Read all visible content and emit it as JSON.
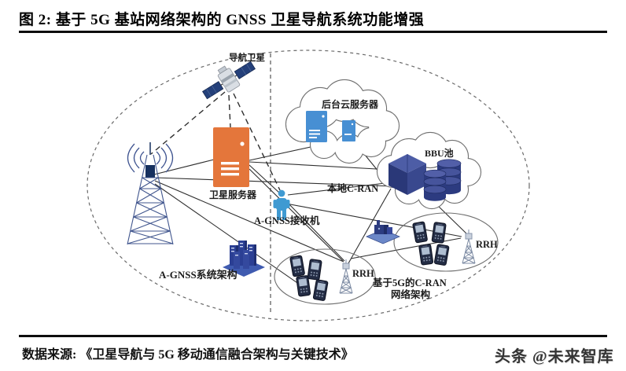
{
  "header": {
    "title": "图 2: 基于 5G 基站网络架构的 GNSS 卫星导航系统功能增强"
  },
  "diagram": {
    "labels": {
      "nav_satellite": "导航卫星",
      "backend_cloud": "后台云服务器",
      "bbu_pool": "BBU池",
      "local_cran": "本地C-RAN",
      "satellite_server": "卫星服务器",
      "agnss_receiver": "A-GNSS接收机",
      "agnss_architecture": "A-GNSS系统架构",
      "rrh_left": "RRH",
      "rrh_right": "RRH",
      "cran_arch_line1": "基于5G的C-RAN",
      "cran_arch_line2": "网络架构"
    },
    "colors": {
      "satellite_server_orange": "#e4763b",
      "receiver_blue": "#3f9ad2",
      "cloud_server_blue": "#478fd3",
      "equipment_navy": "#2c3b80",
      "tower_blue": "#41568e",
      "line_dark": "#2f2f2f"
    }
  },
  "footer": {
    "source": "数据来源: 《卫星导航与 5G 移动通信融合架构与关键技术》",
    "watermark": "头条 @未来智库"
  }
}
